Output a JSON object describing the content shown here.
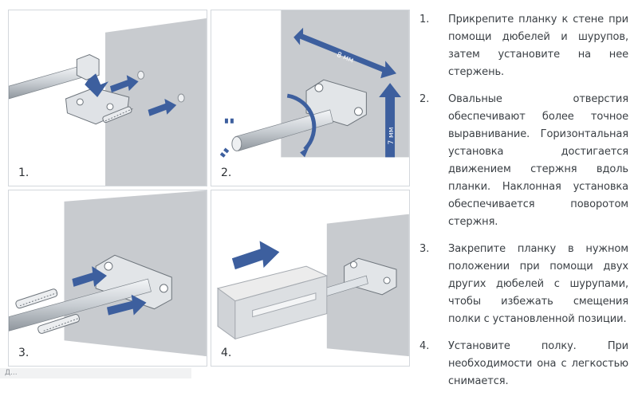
{
  "panels": [
    {
      "label": "1."
    },
    {
      "label": "2."
    },
    {
      "label": "3."
    },
    {
      "label": "4."
    }
  ],
  "dimensions": {
    "width_label": "8 мм",
    "height_label": "7 мм"
  },
  "steps": [
    {
      "number": "1.",
      "text": "Прикрепите планку к стене при помощи дюбелей и шурупов, затем установите на нее стержень."
    },
    {
      "number": "2.",
      "text": "Овальные отверстия обеспечивают более точное выравнивание. Горизонтальная установка достигается движением стержня вдоль планки. Наклонная установка обеспечивается поворотом стержня."
    },
    {
      "number": "3.",
      "text": "Закрепите планку в нужном положении при помощи двух других дюбелей с шурупами, чтобы избежать смещения полки с установленной позиции."
    },
    {
      "number": "4.",
      "text": "Установите полку. При необходимости она с легкостью снимается."
    }
  ],
  "colors": {
    "arrow_blue": "#3d5f9e",
    "wall_grey": "#c8cbcf",
    "border": "#d3d7dc",
    "text": "#3a3f44"
  },
  "footer": {
    "text": "Д..."
  }
}
